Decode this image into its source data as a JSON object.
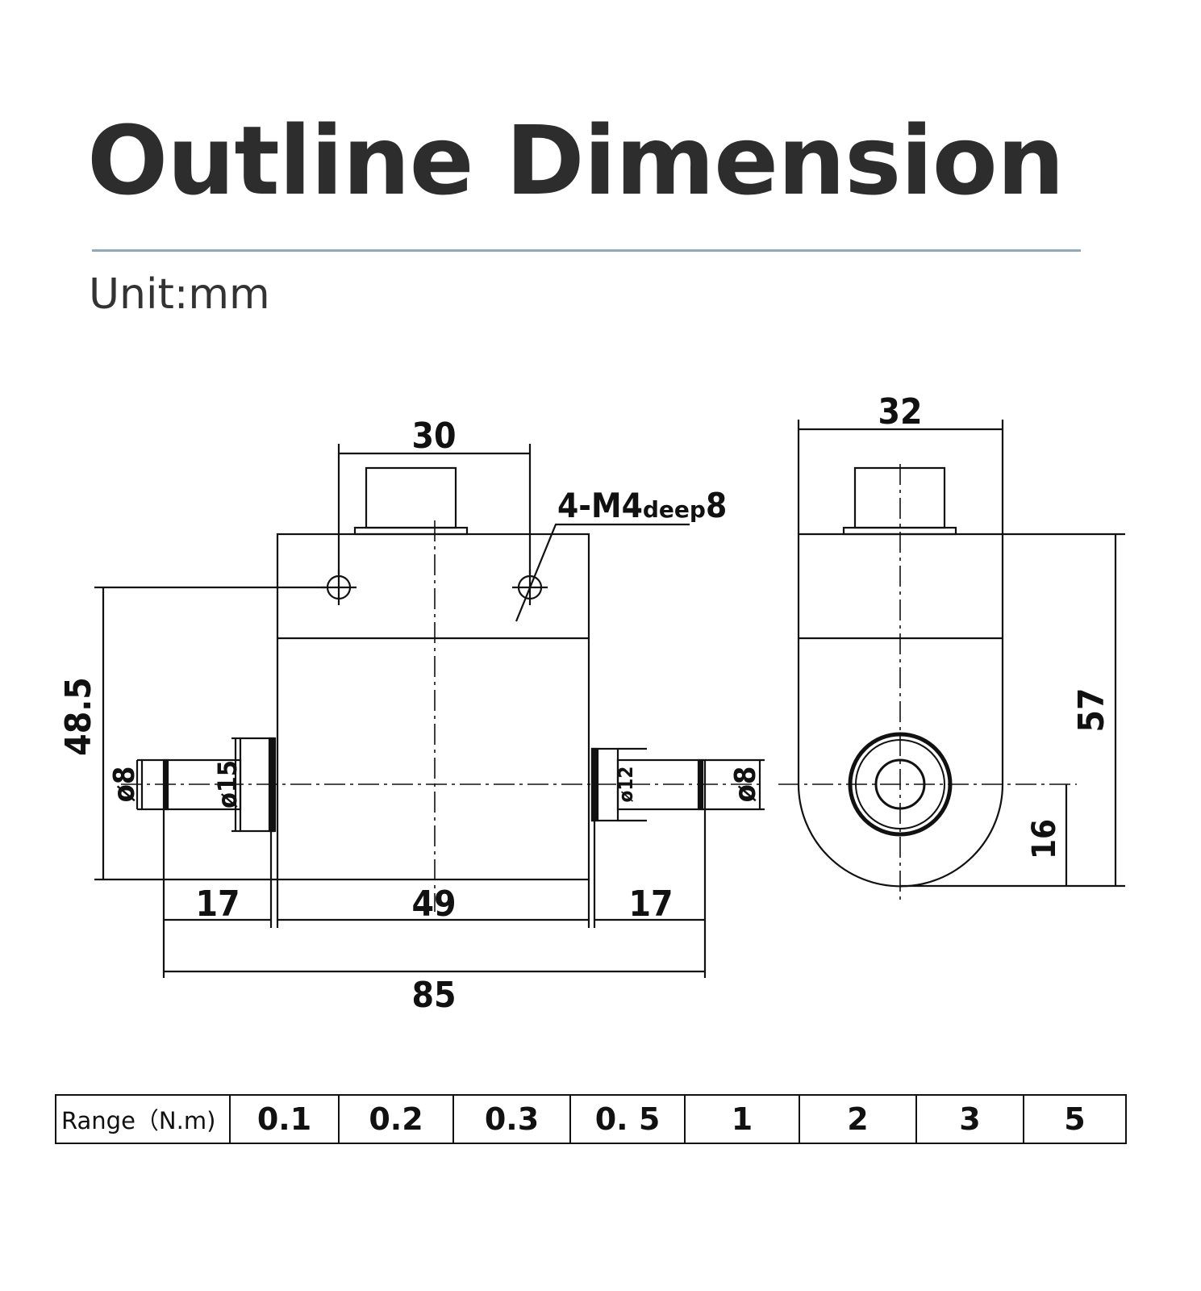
{
  "title": "Outline Dimension",
  "unit": "Unit:mm",
  "front_view": {
    "dim_top": "30",
    "thread_note": "4-M4",
    "thread_depth_word": "deep",
    "thread_depth_value": "8",
    "dim_height": "48.5",
    "dia_left_shaft": "ø8",
    "dia_left_flange": "ø15",
    "dia_right_flange": "ø12",
    "dia_right_shaft": "ø8",
    "dim_left": "17",
    "dim_middle": "49",
    "dim_right": "17",
    "dim_total": "85"
  },
  "side_view": {
    "dim_width": "32",
    "dim_height": "57",
    "dim_axis": "16"
  },
  "range_table": {
    "label": "Range（N.m)",
    "values": [
      "0.1",
      "0.2",
      "0.3",
      "0. 5",
      "1",
      "2",
      "3",
      "5"
    ]
  }
}
